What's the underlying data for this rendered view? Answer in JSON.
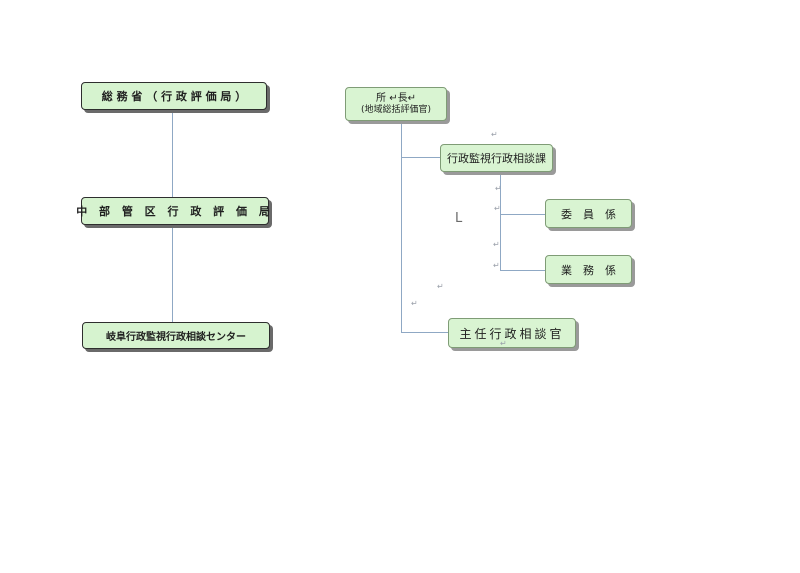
{
  "left_chart": {
    "ministry": "総 務 省 （ 行 政 評 価 局 ）",
    "regional": "中 部 管 区 行 政 評 価 局",
    "center": "岐阜行政監視行政相談センター"
  },
  "right_chart": {
    "director_title": "所 ↵長↵",
    "director_sub": "(地域総括評価官)",
    "section": "行政監視行政相談課",
    "member": "委　員　係",
    "affairs": "業　務　係",
    "officer": "主任行政相談官"
  },
  "marks": {
    "return_symbol": "↵",
    "bracket_char": "L"
  }
}
